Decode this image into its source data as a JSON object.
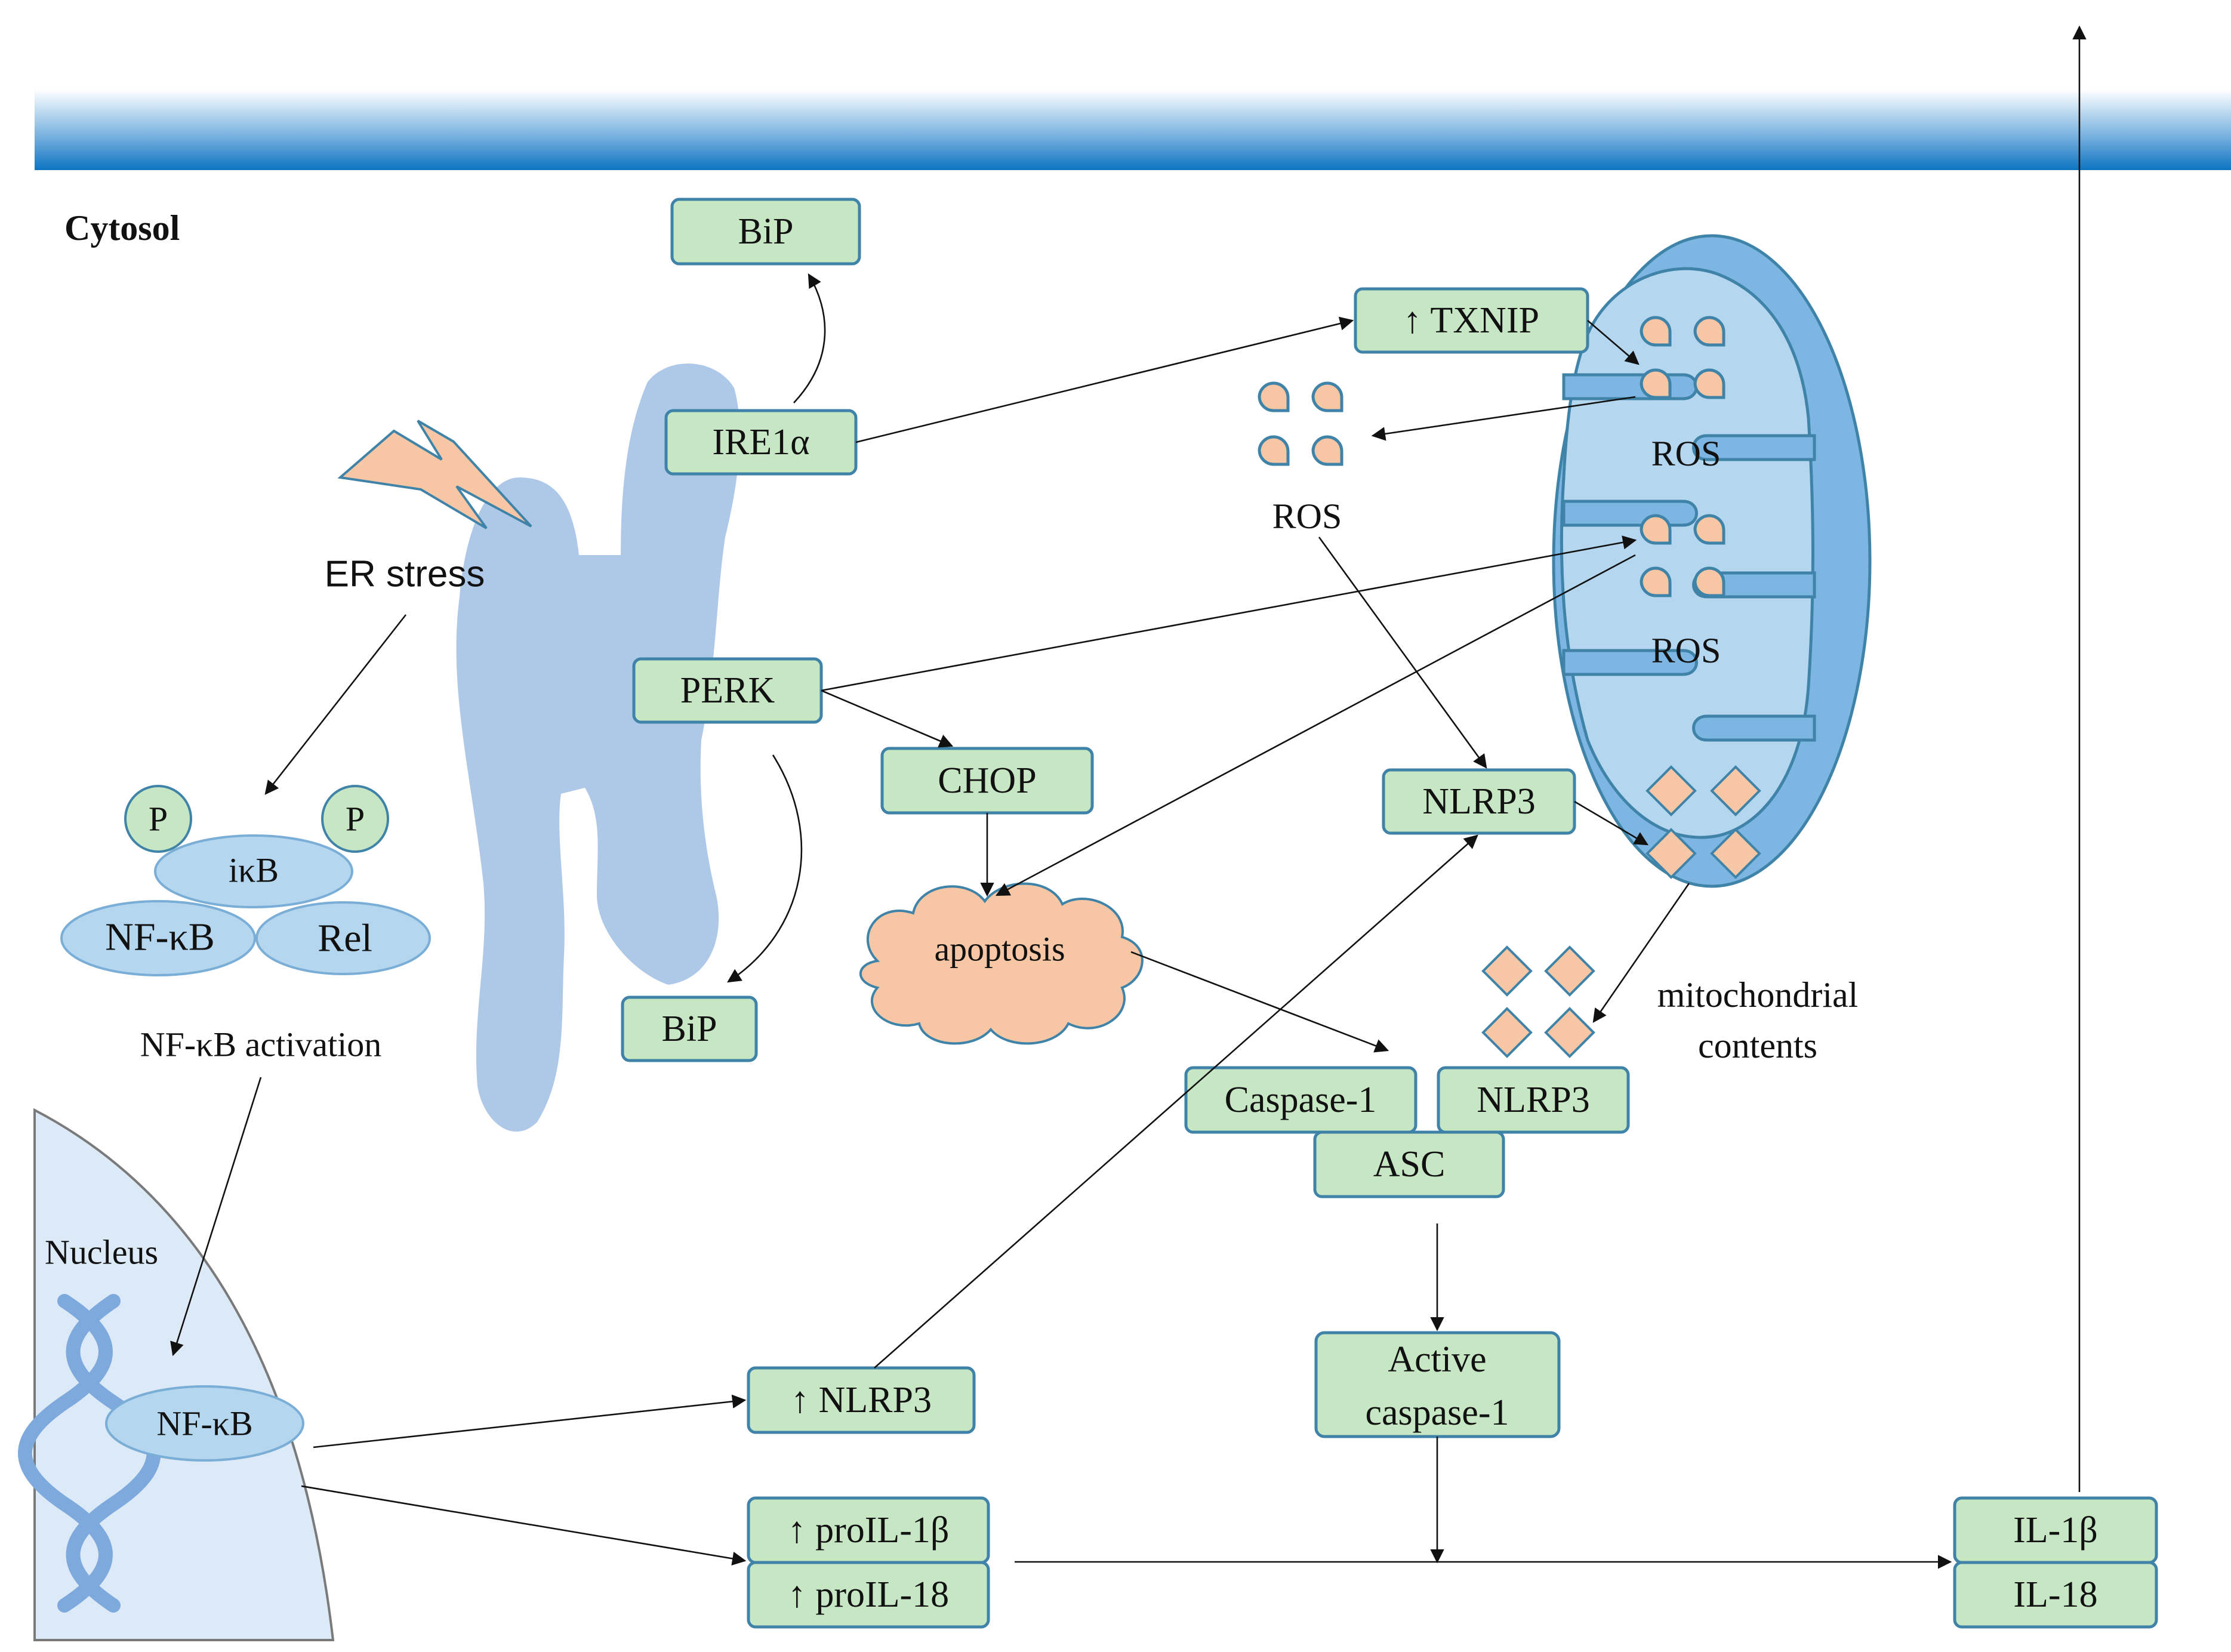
{
  "labels": {
    "cytosol": "Cytosol",
    "er_stress": "ER stress",
    "p1": "P",
    "p2": "P",
    "ikb": "iκB",
    "nfkb": "NF-κB",
    "rel": "Rel",
    "nfkb_activation": "NF-κB activation",
    "nucleus": "Nucleus",
    "nucleus_nfkb": "NF-κB",
    "bip_top": "BiP",
    "ire1a": "IRE1α",
    "perk": "PERK",
    "bip_bottom": "BiP",
    "chop": "CHOP",
    "apoptosis": "apoptosis",
    "txnip": "↑ TXNIP",
    "ros_cytosol": "ROS",
    "ros_mito_1": "ROS",
    "ros_mito_2": "ROS",
    "nlrp3_mito": "NLRP3",
    "mito_contents_1": "mitochondrial",
    "mito_contents_2": "contents",
    "caspase1": "Caspase-1",
    "nlrp3_complex": "NLRP3",
    "asc": "ASC",
    "active_caspase1_1": "Active",
    "active_caspase1_2": "caspase-1",
    "up_nlrp3": "↑ NLRP3",
    "up_proil1b": "↑ proIL-1β",
    "up_proil18": "↑ proIL-18",
    "il1b": "IL-1β",
    "il18": "IL-18"
  },
  "colors": {
    "box_fill": "#c6e6c4",
    "box_stroke": "#3f83a8",
    "er_membrane": "#aec8e8",
    "mitochondrion": "#7db6e3",
    "ros_particle": "#f7c6a4",
    "membrane_band": "#0e74c0",
    "nucleus_fill": "#dce9f6"
  }
}
